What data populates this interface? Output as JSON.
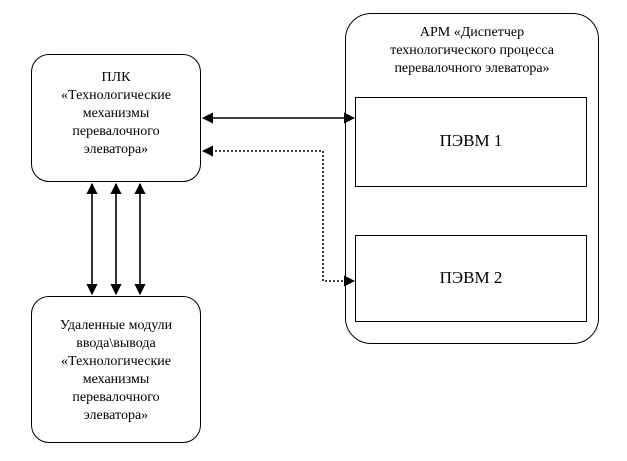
{
  "plc": {
    "title": "ПЛК\n«Технологические\nмеханизмы\nперевалочного\nэлеватора»"
  },
  "remote_io": {
    "title": "Удаленные модули\nввода\\вывода\n«Технологические\nмеханизмы\nперевалочного\nэлеватора»"
  },
  "arm": {
    "title": "АРМ «Диспетчер\nтехнологического процесса\nперевалочного элеватора»",
    "pc1": "ПЭВМ 1",
    "pc2": "ПЭВМ 2"
  }
}
